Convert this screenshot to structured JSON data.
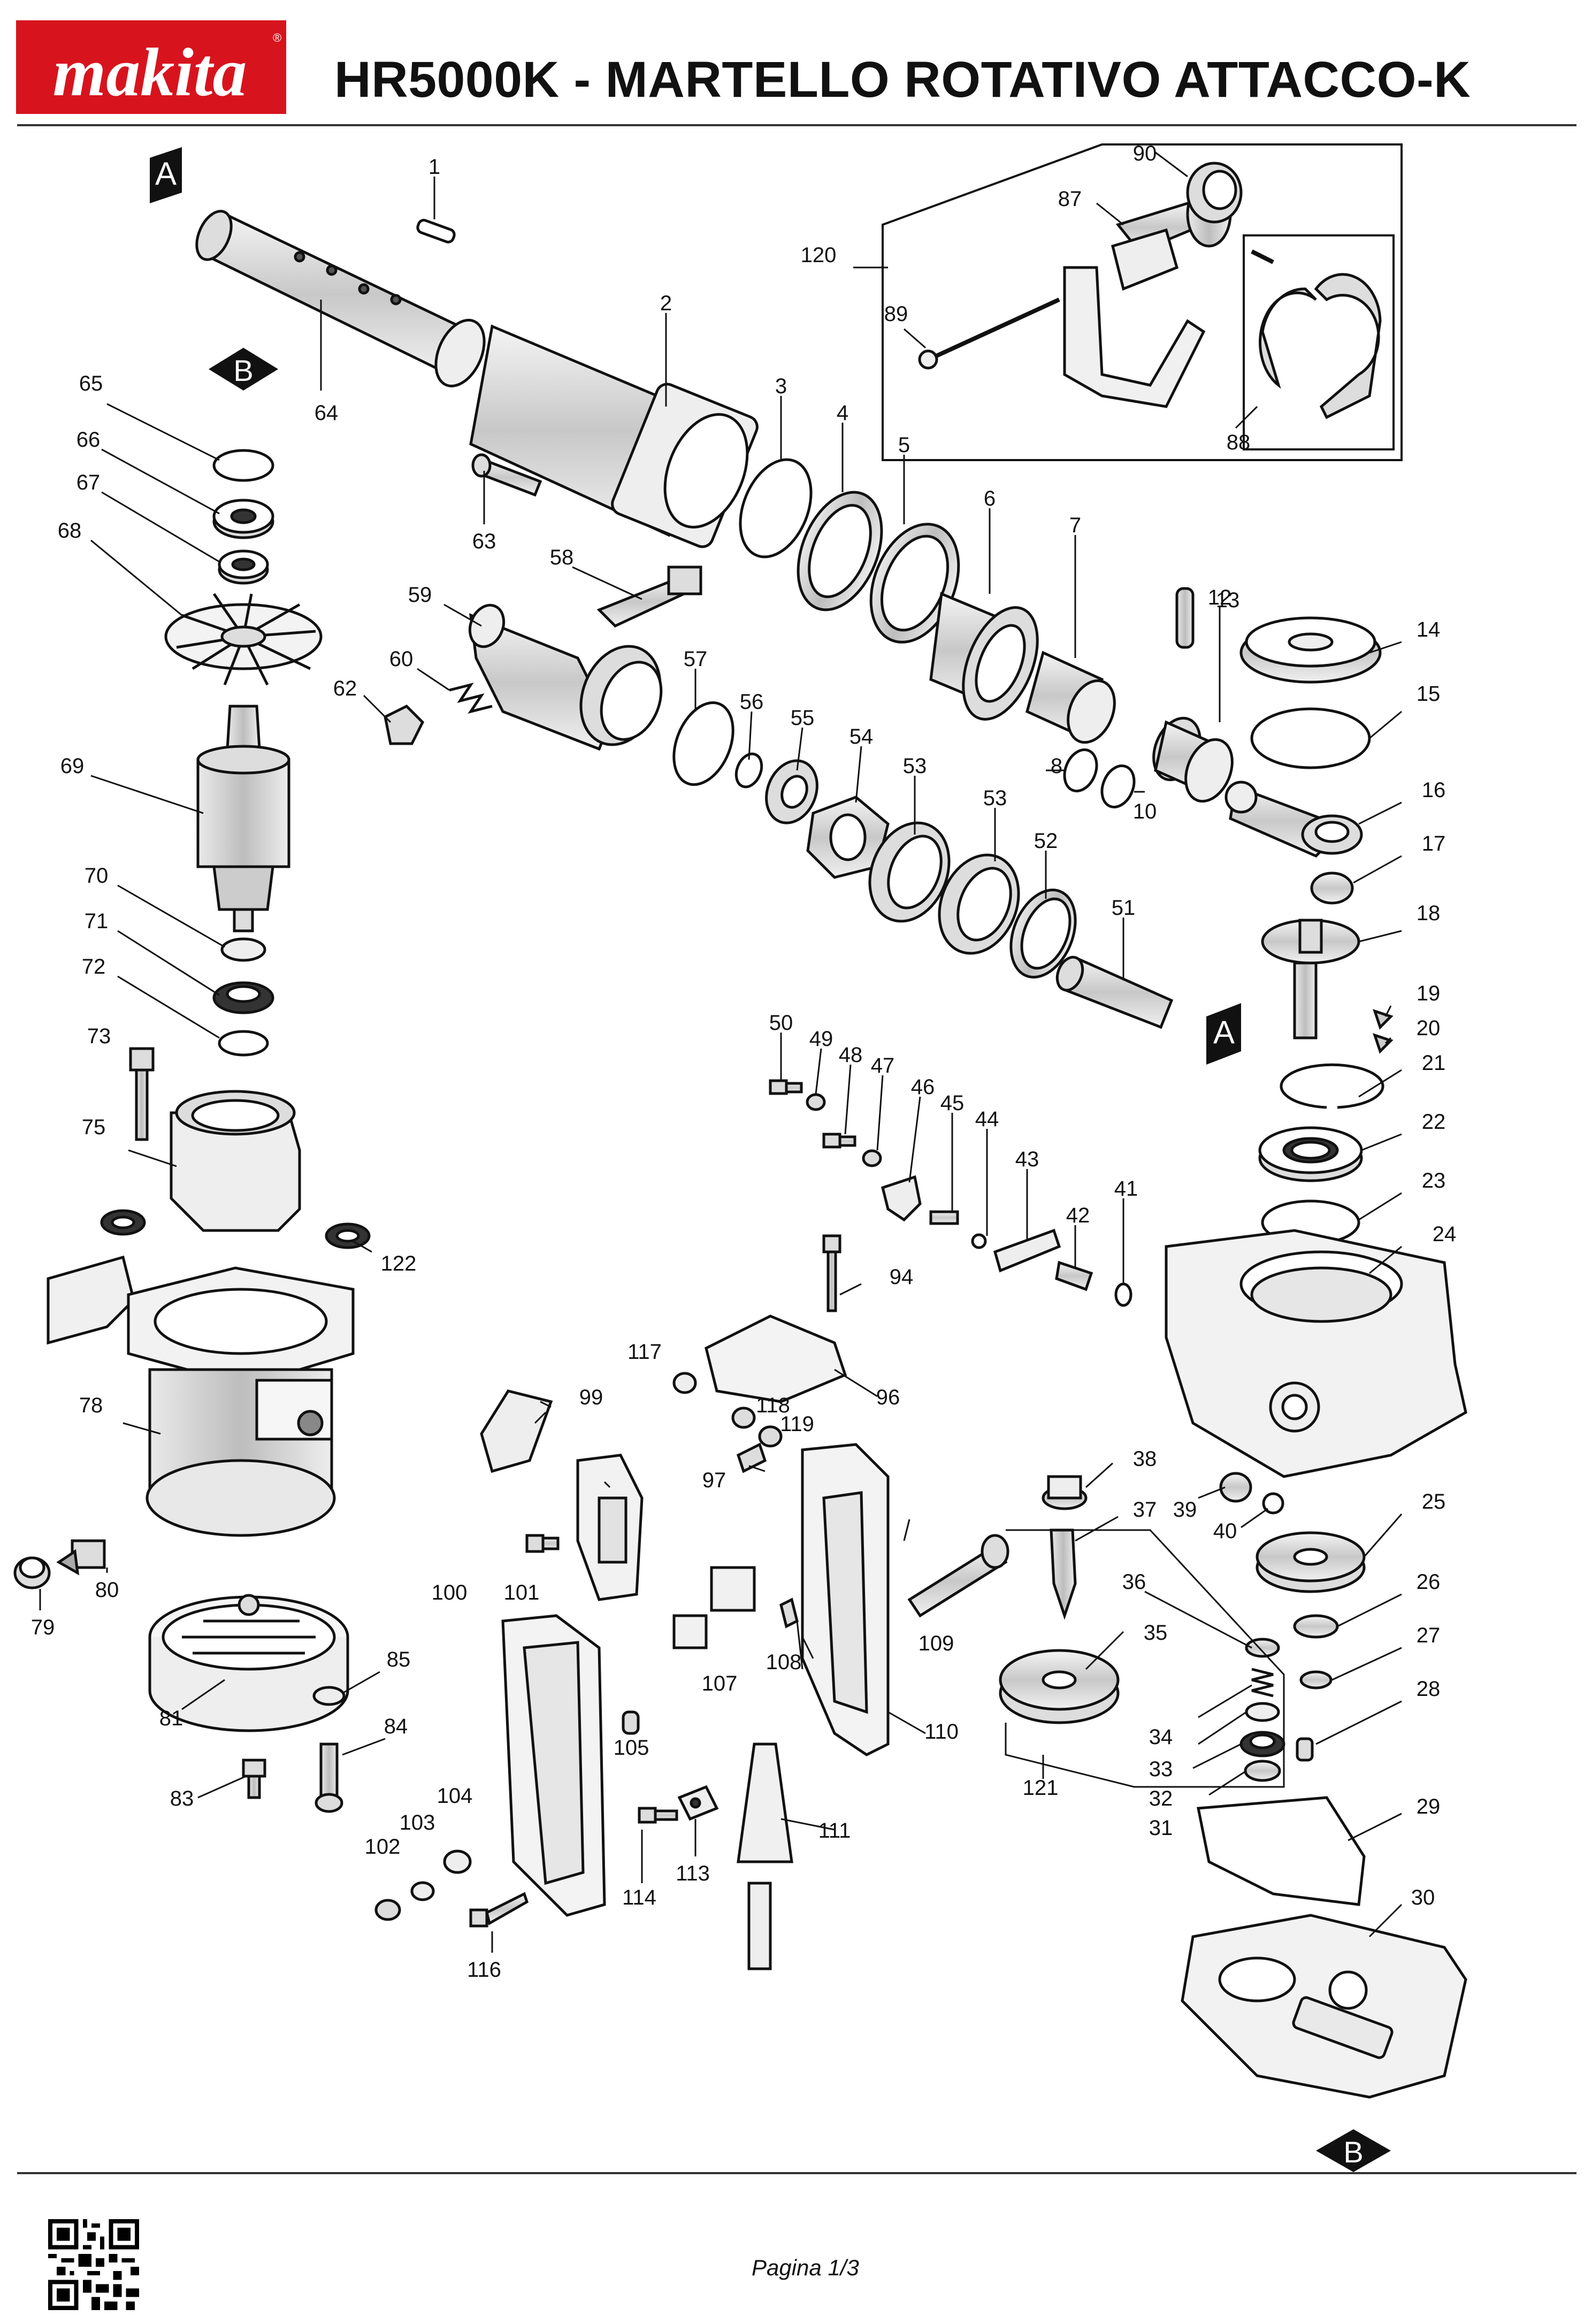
{
  "header": {
    "brand": "makita",
    "title": "HR5000K - MARTELLO ROTATIVO ATTACCO-K"
  },
  "section_markers": [
    "A",
    "B",
    "B",
    "A"
  ],
  "part_labels": [
    "1",
    "2",
    "3",
    "4",
    "5",
    "6",
    "7",
    "8",
    "10",
    "12",
    "13",
    "14",
    "15",
    "16",
    "17",
    "18",
    "19",
    "20",
    "21",
    "22",
    "23",
    "24",
    "25",
    "26",
    "27",
    "28",
    "29",
    "30",
    "31",
    "32",
    "33",
    "34",
    "35",
    "36",
    "37",
    "38",
    "39",
    "40",
    "41",
    "42",
    "43",
    "44",
    "45",
    "46",
    "47",
    "48",
    "49",
    "50",
    "51",
    "52",
    "53",
    "53",
    "54",
    "55",
    "56",
    "57",
    "58",
    "59",
    "60",
    "62",
    "63",
    "64",
    "65",
    "66",
    "67",
    "68",
    "69",
    "70",
    "71",
    "72",
    "73",
    "75",
    "78",
    "79",
    "80",
    "81",
    "83",
    "84",
    "85",
    "87",
    "88",
    "89",
    "90",
    "94",
    "96",
    "97",
    "99",
    "100",
    "101",
    "102",
    "103",
    "104",
    "105",
    "107",
    "108",
    "109",
    "110",
    "111",
    "113",
    "114",
    "116",
    "117",
    "118",
    "119",
    "120",
    "121",
    "122"
  ],
  "footer": {
    "page": "Pagina 1/3"
  }
}
